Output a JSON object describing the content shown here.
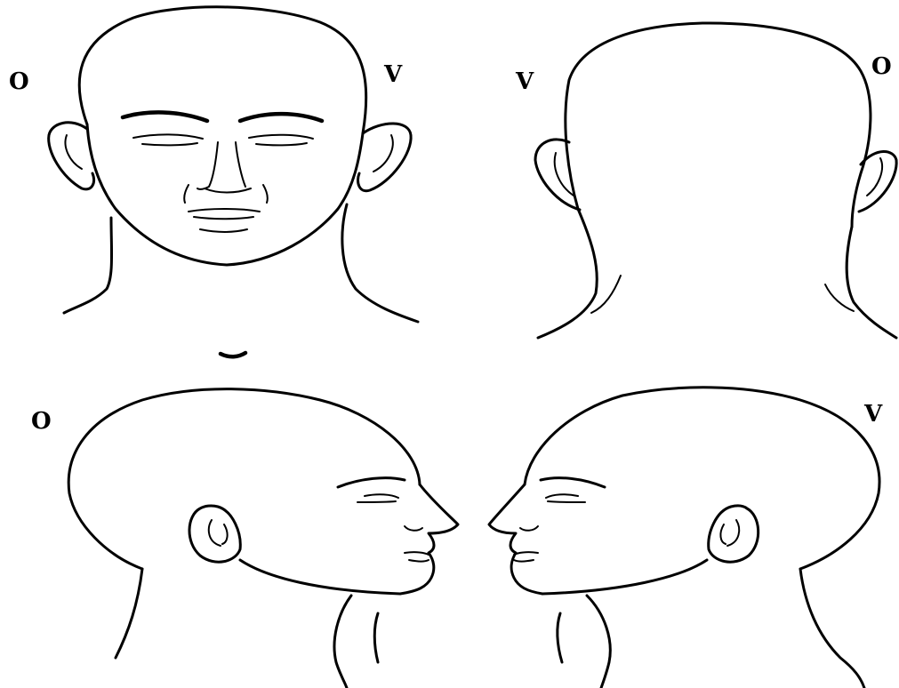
{
  "labels": {
    "front": {
      "left": "O",
      "right": "V"
    },
    "back": {
      "left": "V",
      "right": "O"
    },
    "left_profile": {
      "label": "O"
    },
    "right_profile": {
      "label": "V"
    }
  }
}
